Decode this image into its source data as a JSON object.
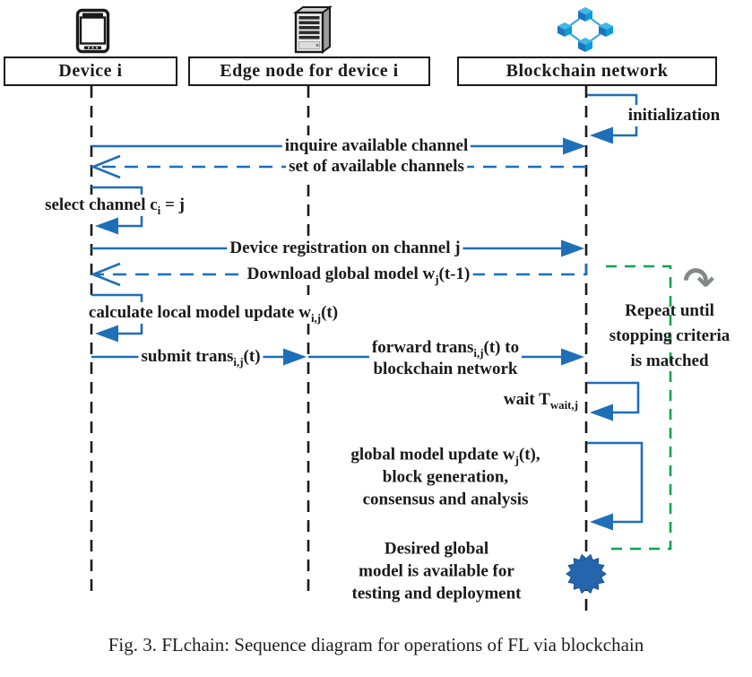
{
  "colors": {
    "arrow_blue": "#1e6fb8",
    "repeat_green": "#00a651",
    "repeat_gray": "#858789",
    "line_black": "#1a1a1a",
    "badge_blue": "#2465ae",
    "icon_cube_light": "#35a8e0",
    "icon_cube_dark": "#1b75bc"
  },
  "actors": [
    {
      "id": "device",
      "label": "Device i"
    },
    {
      "id": "edge-node",
      "label": "Edge node for device i"
    },
    {
      "id": "blockchain",
      "label": "Blockchain network"
    }
  ],
  "messages": {
    "initialization": "initialization",
    "inquire": "inquire available channel",
    "set_channels": "set of available channels",
    "select_channel": "select channel c<sub>i</sub> = j",
    "registration": "Device registration on channel j",
    "download": "Download global model w<sub>j</sub>(t-1)",
    "calculate": "calculate local model update w<sub>i,j</sub>(t)",
    "submit": "submit trans<sub>i,j</sub>(t)",
    "forward": "forward trans<sub>i,j</sub>(t) to<br>blockchain network",
    "wait": "wait T<sub>wait,j</sub>",
    "global_update": "global model update w<sub>j</sub>(t),<br>block generation,<br>consensus and analysis",
    "desired": "Desired global<br>model is available for<br>testing and deployment"
  },
  "annotations": {
    "repeat_note": "Repeat until<br>stopping criteria<br>is matched",
    "repeat_glyph": "↷"
  },
  "caption": "Fig. 3.  FLchain: Sequence diagram for operations of FL via blockchain"
}
